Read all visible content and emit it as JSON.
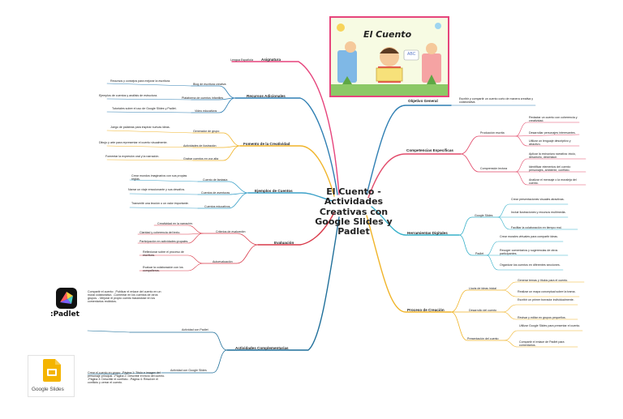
{
  "center": {
    "title": "El Cuento - Actividades Creativas con Google Slides y Padlet"
  },
  "banner": {
    "title": "El Cuento",
    "badge": "ABC"
  },
  "left": {
    "asignatura": {
      "label": "Asignatura",
      "child": "Lengua Española"
    },
    "recursos": {
      "label": "Recursos Adicionales",
      "items": [
        {
          "label": "Blog de escritura creativa",
          "detail": "Recursos y consejos para mejorar la escritura."
        },
        {
          "label": "Plataforma de cuentos infantiles",
          "detail": "Ejemplos de cuentos y análisis de estructura."
        },
        {
          "label": "Video educativos",
          "detail": "Tutoriales sobre el uso de Google Slides y Padlet."
        }
      ]
    },
    "fomento": {
      "label": "Fomento de la Creatividad",
      "items": [
        {
          "label": "Generador de grupo",
          "detail": "Juego de palabras para inspirar nuevas ideas."
        },
        {
          "label": "Actividades de ilustración",
          "detail": "Dibujo y arte para representar el cuento visualmente."
        },
        {
          "label": "Grabar cuentos en voz alta",
          "detail": "Fomentar la expresión oral y la narración."
        }
      ]
    },
    "ejemplos": {
      "label": "Ejemplos de Cuentos",
      "items": [
        {
          "label": "Cuento de fantasía",
          "detail": "Crear mundos imaginarios con sus propias reglas."
        },
        {
          "label": "Cuentos de aventuras",
          "detail": "Narrar un viaje emocionante y sus desafíos."
        },
        {
          "label": "Cuentos educativos",
          "detail": "Transmitir una lección o un valor importante."
        }
      ]
    },
    "evaluacion": {
      "label": "Evaluación",
      "criteria_label": "Criterios de evaluación",
      "criteria": [
        "Creatividad en la narración.",
        "Claridad y coherencia del texto.",
        "Participación en actividades grupales."
      ],
      "auto_label": "Autoevaluación",
      "auto": [
        "Reflexionar sobre el proceso de escritura.",
        "Evaluar la colaboración con los compañeros."
      ]
    },
    "complementarias": {
      "label": "Actividades Complementarias",
      "padlet_label": "Actividad con Padlet",
      "padlet_detail": "Compartir el cuento: -Publicar el enlace del cuento en un mural colaborativo. -Comentar en los cuentos de otros grupos. - Mejorar el propio cuento basándose en los comentarios recibidos.",
      "slides_label": "Actividad con Google Slides",
      "slides_detail": "Crear el cuento en grupo: -Página 1: Título e imagen del personaje principal. -Página 2: Describir el inicio del cuento. -Página 3: Describir el conflicto. -Página 4: Resolver el conflicto y cerrar el cuento."
    },
    "logos": {
      "padlet": ":Padlet",
      "slides": "Google Slides"
    }
  },
  "right": {
    "objetivo": {
      "label": "Objetivo General",
      "detail": "Escribir y compartir un cuento corto de manera creativa y colaborativa."
    },
    "competencias": {
      "label": "Competencias Específicas",
      "produccion_label": "Producción escrita",
      "produccion": [
        "Redactar un cuento con coherencia y creatividad.",
        "Desarrollar personajes interesantes.",
        "Utilizar un lenguaje descriptivo y atractivo."
      ],
      "comprension_label": "Comprensión lectora",
      "comprension": [
        "Aplicar la estructura narrativa: inicio, desarrollo, desenlace.",
        "Identificar elementos del cuento: personajes, ambiente, conflicto.",
        "Analizar el mensaje o la moraleja del cuento."
      ]
    },
    "herramientas": {
      "label": "Herramientas Digitales",
      "slides_label": "Google Slides",
      "slides": [
        "Crear presentaciones visuales atractivas.",
        "Incluir ilustraciones y recursos multimedia.",
        "Facilitar la colaboración en tiempo real."
      ],
      "padlet_label": "Padlet",
      "padlet": [
        "Crear murales virtuales para compartir ideas.",
        "Recoger comentarios y sugerencias de otros participantes.",
        "Organizar los cuentos en diferentes secciones."
      ]
    },
    "proceso": {
      "label": "Proceso de Creación",
      "lluvia_label": "Lluvia de ideas inicial",
      "lluvia": [
        "Generar temas y títulos para el cuento.",
        "Realizar un mapa conceptual sobre la trama."
      ],
      "desarrollo_label": "Desarrollo del cuento",
      "desarrollo": [
        "Escribir un primer borrador individualmente.",
        "Revisar y editar en grupos pequeños."
      ],
      "presentacion_label": "Presentación del cuento",
      "presentacion": [
        "Utilizar Google Slides para presentar el cuento.",
        "Compartir el enlace de Padlet para comentarios."
      ]
    }
  },
  "colors": {
    "asignatura": "#e6447c",
    "recursos": "#2f7fb3",
    "fomento": "#f0b429",
    "ejemplos": "#3aa0c8",
    "evaluacion": "#d93a4a",
    "complementarias": "#1f6f9a",
    "objetivo": "#2f7fb3",
    "competencias": "#e24a6a",
    "herramientas": "#36b0c9",
    "proceso": "#f0b429"
  }
}
